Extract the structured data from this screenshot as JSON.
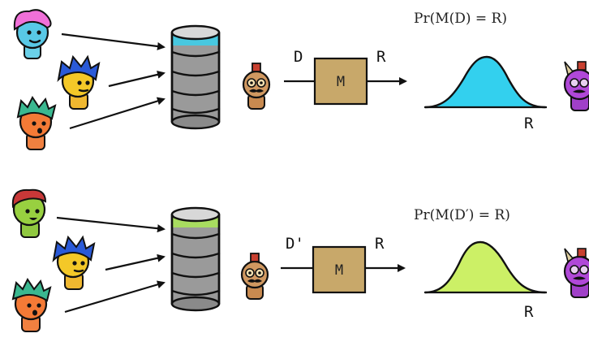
{
  "top": {
    "formula": "Pr(M(D) = R)",
    "input_label": "D",
    "output_label": "R",
    "mechanism_label": "M",
    "axis_label": "R",
    "db_top_color": "#48c8e0",
    "curve_color": "#33d0ee"
  },
  "bottom": {
    "formula": "Pr(M(D′) = R)",
    "input_label": "D'",
    "output_label": "R",
    "mechanism_label": "M",
    "axis_label": "R",
    "db_top_color": "#a8dc60",
    "curve_color": "#ccf066"
  },
  "colors": {
    "mechanism_box": "#c8a86a",
    "db_body": "#9a9a9a"
  },
  "icons": [
    "person-pink-hair-icon",
    "person-blue-hair-icon",
    "person-green-hair-icon",
    "person-red-hair-icon",
    "curator-icon",
    "adversary-icon"
  ]
}
